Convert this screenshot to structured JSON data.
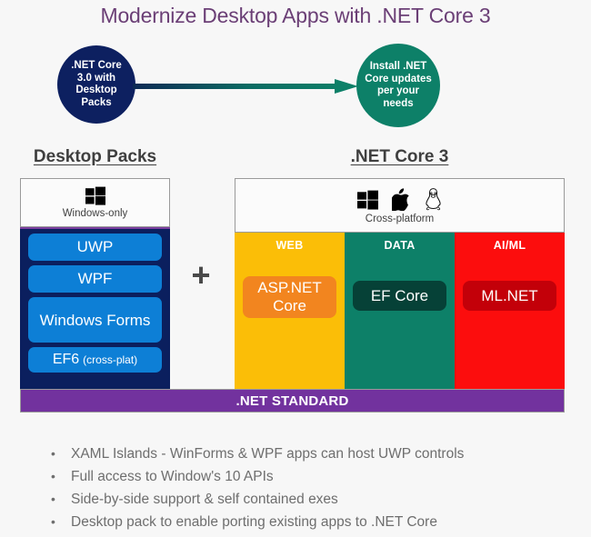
{
  "title": "Modernize Desktop Apps with .NET Core 3",
  "colors": {
    "title": "#6b3f76",
    "source_circle": "#0d2060",
    "target_circle": "#0d8068",
    "arrow_start": "#0d2a55",
    "arrow_end": "#0d8068",
    "navy_stack": "#0b1f5e",
    "pack_box": "#0d7fd6",
    "web_column": "#fbbe07",
    "aspnet_chip": "#f2851f",
    "data_column": "#0d8068",
    "efcore_chip": "#064137",
    "aiml_column": "#fc0d0d",
    "mlnet_chip": "#c30009",
    "net_standard_bar": "#72329e",
    "heading": "#3f3f3f",
    "bullet_text": "#6e6e6e",
    "page_background": "#f7f7f7"
  },
  "flow": {
    "source_label": "._NET Core 3.0 with Desktop Packs",
    "source_lines": [
      ".NET Core",
      "3.0 with",
      "Desktop",
      "Packs"
    ],
    "target_lines": [
      "Install .NET",
      "Core updates",
      "per your",
      "needs"
    ],
    "arrow_name": "right-arrow"
  },
  "left_panel": {
    "heading": "Desktop Packs",
    "os_icon": "windows-logo-icon",
    "os_caption": "Windows-only",
    "packs": [
      {
        "label": "UWP"
      },
      {
        "label": "WPF"
      },
      {
        "label": "Windows Forms"
      },
      {
        "label": "EF6",
        "sub": "(cross-plat)"
      }
    ]
  },
  "plus_sign": "+",
  "right_panel": {
    "heading": ".NET Core 3",
    "os_icons": [
      "windows-logo-icon",
      "apple-logo-icon",
      "linux-penguin-icon"
    ],
    "os_caption": "Cross-platform",
    "columns": [
      {
        "title": "WEB",
        "chip": "ASP.NET Core"
      },
      {
        "title": "DATA",
        "chip": "EF Core"
      },
      {
        "title": "AI/ML",
        "chip": "ML.NET"
      }
    ]
  },
  "net_standard": ".NET STANDARD",
  "bullets": [
    "XAML Islands - WinForms & WPF apps can host UWP controls",
    "Full access to Window's 10 APIs",
    "Side-by-side support & self contained exes",
    "Desktop pack to enable porting existing apps to .NET Core"
  ],
  "bullet_marker": "•"
}
